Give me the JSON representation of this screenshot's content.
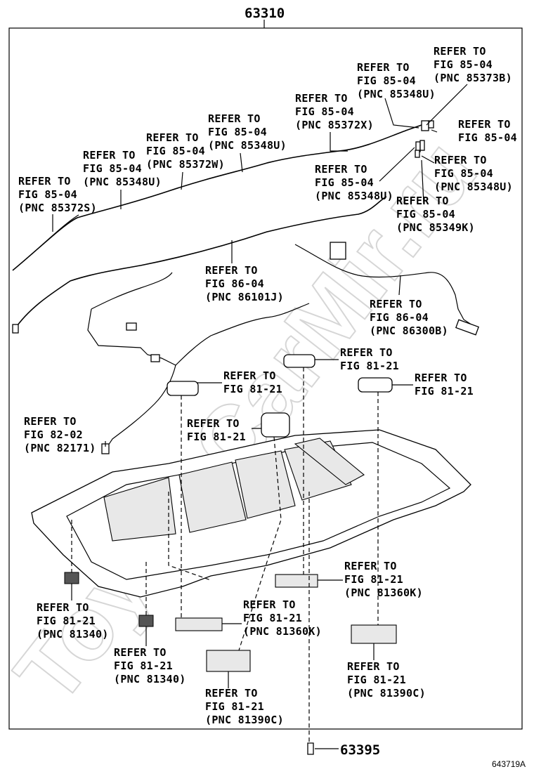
{
  "title_part": "63310",
  "clip_part": "63395",
  "drawing_id": "643719A",
  "watermark": "ToyotaCarMir.ru",
  "callouts": [
    {
      "lines": [
        "REFER TO",
        "FIG 85-04",
        "(PNC 85373B)"
      ]
    },
    {
      "lines": [
        "REFER TO",
        "FIG 85-04",
        "(PNC 85348U)"
      ]
    },
    {
      "lines": [
        "REFER TO",
        "FIG 85-04",
        "(PNC 85372X)"
      ]
    },
    {
      "lines": [
        "REFER TO",
        "FIG 85-04",
        "(PNC 85348U)"
      ]
    },
    {
      "lines": [
        "REFER TO",
        "FIG 85-04",
        "(PNC 85372W)"
      ]
    },
    {
      "lines": [
        "REFER TO",
        "FIG 85-04",
        "(PNC 85348U)"
      ]
    },
    {
      "lines": [
        "REFER TO",
        "FIG 85-04",
        "(PNC 85372S)"
      ]
    },
    {
      "lines": [
        "REFER TO",
        "FIG 85-04"
      ]
    },
    {
      "lines": [
        "REFER TO",
        "FIG 85-04",
        "(PNC 85348U)"
      ]
    },
    {
      "lines": [
        "REFER TO",
        "FIG 85-04",
        "(PNC 85348U)"
      ]
    },
    {
      "lines": [
        "REFER TO",
        "FIG 85-04",
        "(PNC 85349K)"
      ]
    },
    {
      "lines": [
        "REFER TO",
        "FIG 86-04",
        "(PNC 86101J)"
      ]
    },
    {
      "lines": [
        "REFER TO",
        "FIG 86-04",
        "(PNC 86300B)"
      ]
    },
    {
      "lines": [
        "REFER TO",
        "FIG 81-21"
      ]
    },
    {
      "lines": [
        "REFER TO",
        "FIG 81-21"
      ]
    },
    {
      "lines": [
        "REFER TO",
        "FIG 81-21"
      ]
    },
    {
      "lines": [
        "REFER TO",
        "FIG 81-21"
      ]
    },
    {
      "lines": [
        "REFER TO",
        "FIG 82-02",
        "(PNC 82171)"
      ]
    },
    {
      "lines": [
        "REFER TO",
        "FIG 81-21",
        "(PNC 81360K)"
      ]
    },
    {
      "lines": [
        "REFER TO",
        "FIG 81-21",
        "(PNC 81360K)"
      ]
    },
    {
      "lines": [
        "REFER TO",
        "FIG 81-21",
        "(PNC 81340)"
      ]
    },
    {
      "lines": [
        "REFER TO",
        "FIG 81-21",
        "(PNC 81340)"
      ]
    },
    {
      "lines": [
        "REFER TO",
        "FIG 81-21",
        "(PNC 81390C)"
      ]
    },
    {
      "lines": [
        "REFER TO",
        "FIG 81-21",
        "(PNC 81390C)"
      ]
    }
  ]
}
